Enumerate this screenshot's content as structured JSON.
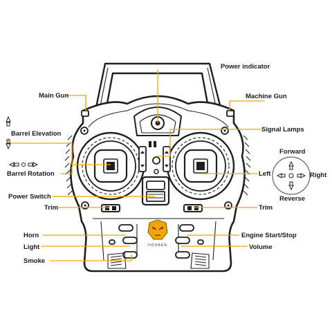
{
  "labels": {
    "power_indicator": "Power indicator",
    "main_gun": "Main Gun",
    "machine_gun": "Machine Gun",
    "barrel_elevation": "Barrel Elevation",
    "signal_lamps": "Signal Lamps",
    "barrel_rotation": "Barrel Rotation",
    "left": "Left",
    "power_switch": "Power  Switch",
    "trim_left": "Trim",
    "trim_right": "Trim",
    "horn": "Horn",
    "engine_start_stop": "Engine Start/Stop",
    "light": "Light",
    "volume": "Volume",
    "smoke": "Smoke",
    "forward": "Forward",
    "right": "Right",
    "reverse": "Reverse"
  },
  "brand": "HOOBEN",
  "colors": {
    "leader": "#f2a400",
    "outline": "#1e1e1e",
    "text": "#1a1a1a"
  }
}
